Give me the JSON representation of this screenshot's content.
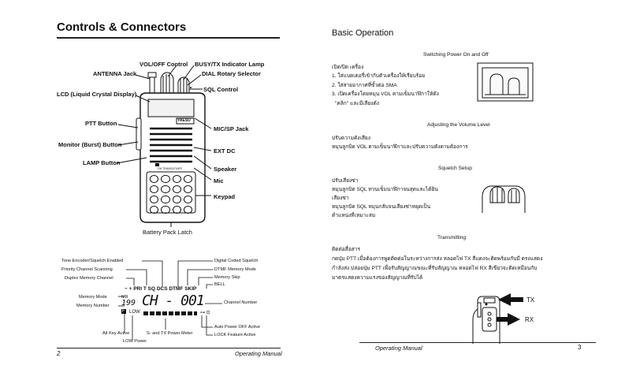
{
  "left_page": {
    "title": "Controls & Connectors",
    "labels": {
      "vol_off": "VOL/OFF Control",
      "busy_tx": "BUSY/TX Indicator Lamp",
      "antenna": "ANTENNA Jack",
      "dial": "DIAL Rotary Selector",
      "sql": "SQL Control",
      "lcd": "LCD (Liquid Crystal Display)",
      "ptt": "PTT Button",
      "mic_sp": "MIC/SP Jack",
      "monitor": "Monitor (Burst) Button",
      "ext_dc": "EXT DC",
      "lamp": "LAMP Button",
      "speaker": "Speaker",
      "mic": "Mic",
      "keypad": "Keypad",
      "battery": "Battery Pack Latch"
    },
    "radio_brand": "YAESU",
    "radio_model": "FM TRANSCEIVER",
    "lcd_labels": {
      "tone_encoder": "Tone Encoder/Squelch Enabled",
      "priority_scan": "Priority Channel Scanning",
      "duplex_mem": "Duplex Memory Channel",
      "memory_mode": "Memory Mode",
      "memory_number": "Memory Number",
      "alt_key": "Alt Key Active",
      "low_power": "LOW Power",
      "s_tx_meter": "S- and TX Power Meter",
      "digital_coded": "Digital Coded Squelch",
      "dtmf_mode": "DTMF Memory Mode",
      "memory_skip": "Memory Skip",
      "bell": "BELL",
      "channel_number": "Channel Number",
      "auto_power_off": "Auto Power OFF Active",
      "lock": "LOCK Feature Active"
    },
    "lcd_display": {
      "top_row": "− + PRI  T SQ  DCS DTMF SKIP",
      "mr": "MR",
      "num_small": "199",
      "main": "CH - 001",
      "f_key": "F",
      "low": "LOW"
    },
    "footer_page": "2",
    "footer_manual": "Operating Manual"
  },
  "right_page": {
    "title": "Basic Operation",
    "sections": [
      {
        "heading": "Switching Power On and Off",
        "lines": [
          "เปิด/ปิด เครื่อง",
          "1. ใส่แบตเตอรี่เข้ากับตัวเครื่องให้เรียบร้อย",
          "2. ใส่สายอากาศที่ขั้วต่อ SMA",
          "3. เปิดเครื่องโดยหมุน VOL ตามเข็มนาฬิกาให้ดัง",
          "   \"คลิก\" และมีเสียงดัง"
        ]
      },
      {
        "heading": "Adjusting the Volume Level",
        "lines": [
          "ปรับความดังเสียง",
          "หมุนลูกบิด VOL ตามเข็มนาฬิกาและปรับความดังตามต้องการ"
        ]
      },
      {
        "heading": "Squelch Setup",
        "lines": [
          "ปรับเสียงซ่า",
          "หมุนลูกบิด SQL ทวนเข็มนาฬิกาจนสุดและได้ยิน",
          "เสียงซ่า",
          "หมุนลูกบิด SQL หมุนกลับจนเสียงซ่าหยุดเป็น",
          "ตำแหน่งที่เหมาะสม"
        ]
      },
      {
        "heading": "Transmitting",
        "lines": [
          "ติดต่อสื่อสาร",
          "กดปุ่ม PTT เมื่อต้องการพูดติดต่อในระหว่างการส่ง หลอดไฟ TX สีแดงจะติดพร้อมกับมี ตรงแสดง",
          "กำลังส่ง ปล่อยปุ่ม PTT เพื่อรับสัญญาณขณะที่รับสัญญาณ หลอดไฟ RX สีเขียวจะติดเหมือนกับ",
          "มาตรแสดงความแรงของสัญญาณที่รับได้"
        ]
      }
    ],
    "tx_label": "TX",
    "rx_label": "RX",
    "footer_manual": "Operating Manual",
    "footer_page": "3"
  },
  "colors": {
    "ink": "#111111",
    "rule": "#222222",
    "lcd_bg": "#f2f2f2"
  }
}
